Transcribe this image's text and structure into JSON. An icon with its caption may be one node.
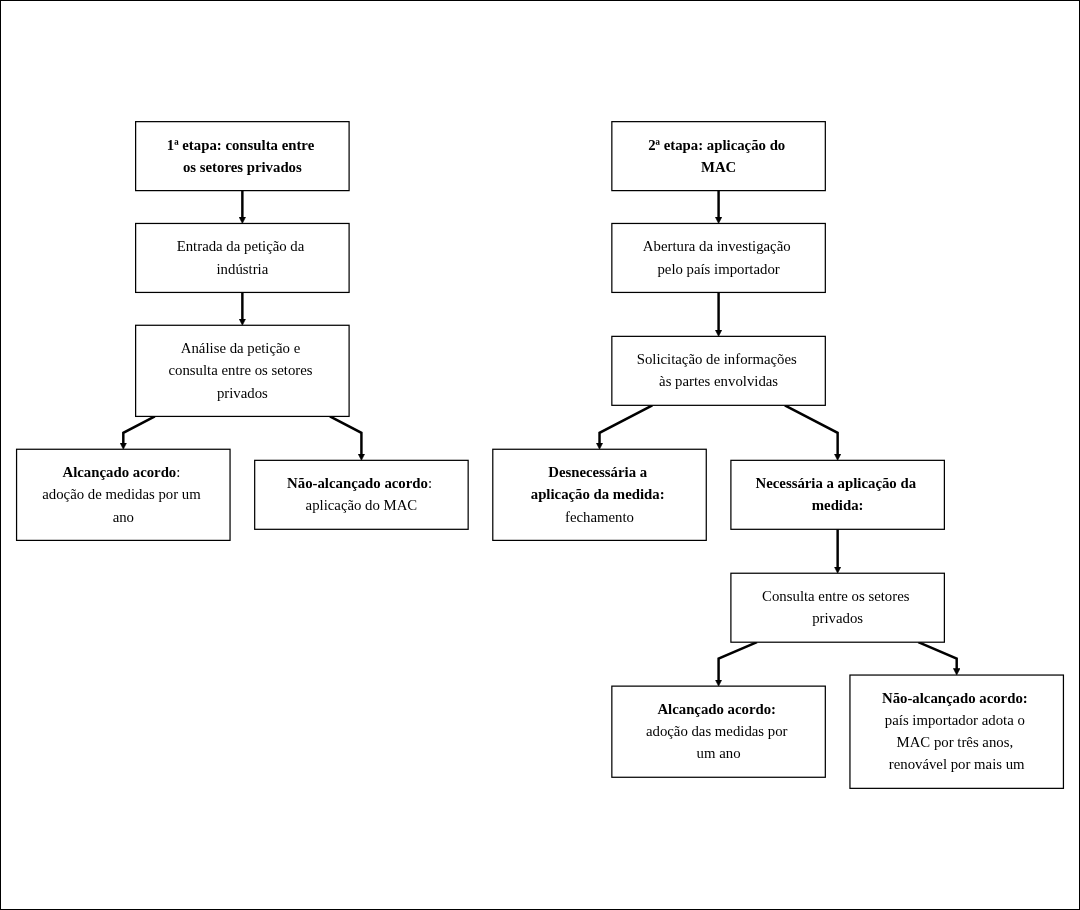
{
  "diagram": {
    "nodes": [
      {
        "text": [
          "1ª etapa: consulta entre os setores privados"
        ]
      },
      {
        "text": [
          "Entrada da petição da indústria"
        ]
      },
      {
        "text": [
          "Análise da petição e consulta entre os setores privados"
        ]
      },
      {
        "text": [
          "**Alcançado acordo**: adoção de medidas por um ano"
        ]
      },
      {
        "text": [
          "**Não-alcançado acordo**: aplicação do MAC"
        ]
      },
      {
        "text": [
          "2ª etapa: aplicação do MAC"
        ]
      },
      {
        "text": [
          "Abertura da investigação pelo país importador"
        ]
      },
      {
        "text": [
          "Solicitação de informações às partes envolvidas"
        ]
      },
      {
        "text": [
          "**Desnecessária a aplicação da medida:** fechamento"
        ]
      },
      {
        "text": [
          "Necessária a aplicação da medida:"
        ]
      },
      {
        "text": [
          "Consulta entre os setores privados"
        ]
      },
      {
        "text": [
          "**Alcançado acordo:** adoção das medidas por um ano"
        ]
      },
      {
        "text": [
          "**Não-alcançado acordo:** país importador adota o MAC por três anos, renovável por mais um"
        ]
      }
    ],
    "edges": [
      {
        "from": 0,
        "to": 1,
        "arrow": "to"
      },
      {
        "from": 1,
        "to": 2,
        "arrow": "to"
      },
      {
        "from": 2,
        "to": 3,
        "arrow": "to"
      },
      {
        "from": 2,
        "to": 4,
        "arrow": "to"
      },
      {
        "from": 5,
        "to": 6,
        "arrow": "to"
      },
      {
        "from": 6,
        "to": 7,
        "arrow": "to"
      },
      {
        "from": 7,
        "to": 8,
        "arrow": "to"
      },
      {
        "from": 7,
        "to": 9,
        "arrow": "to"
      },
      {
        "from": 9,
        "to": 10,
        "arrow": "to"
      },
      {
        "from": 10,
        "to": 11,
        "arrow": "to"
      },
      {
        "from": 10,
        "to": 12,
        "arrow": "to"
      }
    ]
  }
}
